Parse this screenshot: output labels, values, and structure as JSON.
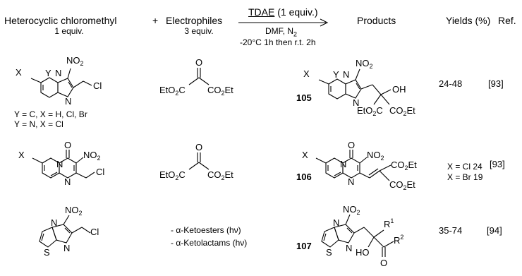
{
  "header": {
    "reactant": "Heterocyclic chloromethyl",
    "reactant_equiv": "1 equiv.",
    "plus": "+",
    "electrophile": "Electrophiles",
    "electrophile_equiv": "3 equiv.",
    "reagent": "TDAE",
    "reagent_equiv": "(1 equiv.)",
    "solvent": "DMF, N",
    "solvent_sub": "2",
    "conditions": "-20°C 1h then r.t. 2h",
    "products": "Products",
    "yields": "Yields (%)",
    "ref": "Ref."
  },
  "rows": [
    {
      "reactant_note1": "Y = C, X = H, Cl, Br",
      "reactant_note2": "Y = N, X = Cl",
      "compound": "105",
      "yield1": "24-48",
      "yield2": "",
      "ref": "[93]"
    },
    {
      "compound": "106",
      "yield1": "X = Cl 24",
      "yield2": "X = Br 19",
      "ref": "[93]"
    },
    {
      "electrophile_line1": "- α-Ketoesters (hν)",
      "electrophile_line2": "- α-Ketolactams (hν)",
      "compound": "107",
      "yield1": "35-74",
      "yield2": "",
      "ref": "[94]"
    }
  ],
  "atoms": {
    "x": "X",
    "y": "Y",
    "n": "N",
    "s": "S",
    "o": "O",
    "cl": "Cl",
    "no2": "NO",
    "no2_sub": "2",
    "oh": "OH",
    "ho": "HO",
    "eto2c": "EtO",
    "eto2c_sub": "2",
    "eto2c_tail": "C",
    "co2et_head": "CO",
    "co2et_sub": "2",
    "co2et_tail": "Et",
    "r": "R",
    "r1_sup": "1",
    "r2_sup": "2"
  }
}
